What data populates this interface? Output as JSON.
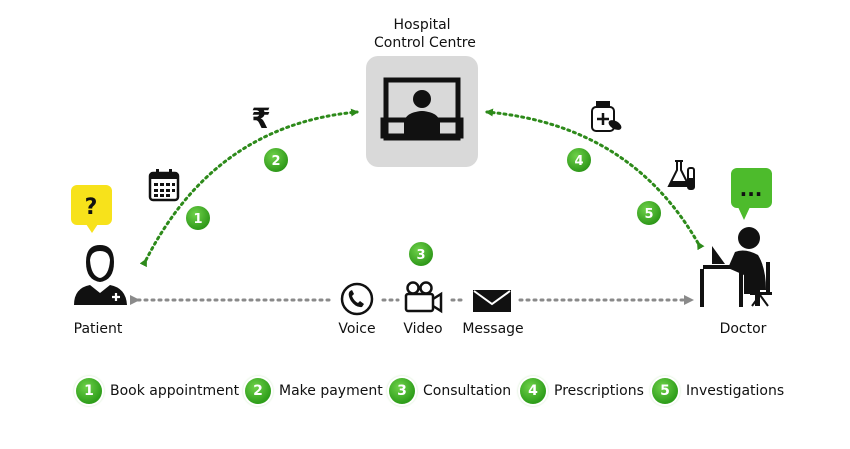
{
  "nodes": {
    "hospital_line1": "Hospital",
    "hospital_line2": "Control Centre",
    "patient": "Patient",
    "doctor": "Doctor",
    "patient_bubble": "?",
    "doctor_bubble": "..."
  },
  "channels": {
    "voice": "Voice",
    "video": "Video",
    "message": "Message"
  },
  "symbols": {
    "rupee": "₹"
  },
  "steps": [
    {
      "num": "1",
      "label": "Book appointment"
    },
    {
      "num": "2",
      "label": "Make payment"
    },
    {
      "num": "3",
      "label": "Consultation"
    },
    {
      "num": "4",
      "label": "Prescriptions"
    },
    {
      "num": "5",
      "label": "Investigations"
    }
  ],
  "colors": {
    "accent_green": "#2e9e1a",
    "arrow_green": "#2d8a1a",
    "arrow_gray": "#8a8a8a",
    "patient_bubble": "#f7e21b",
    "doctor_bubble": "#4dbb2c",
    "hospital_box": "#d9d9d9"
  },
  "icons": [
    "calendar-icon",
    "rupee-icon",
    "monitor-person-icon",
    "medicine-bottle-icon",
    "lab-flask-icon",
    "phone-icon",
    "video-camera-icon",
    "envelope-icon",
    "patient-icon",
    "doctor-at-desk-icon"
  ]
}
